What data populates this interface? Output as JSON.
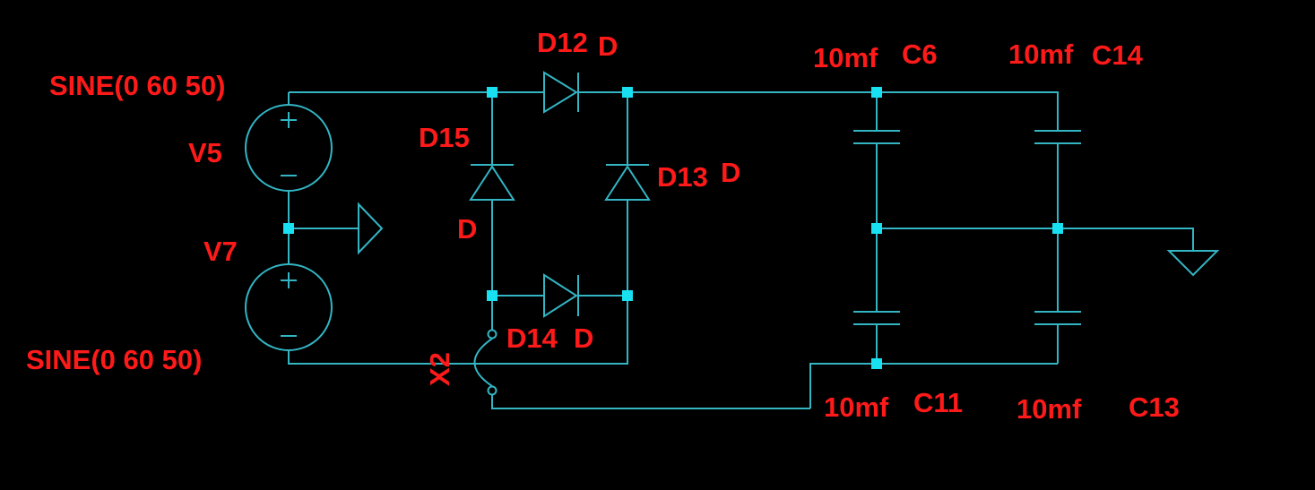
{
  "colors": {
    "background": "#000000",
    "wire": "#33b5c4",
    "junction": "#19e0f0",
    "label": "#ff1a1a"
  },
  "sources": {
    "v5": {
      "name": "V5",
      "value": "SINE(0 60 50)"
    },
    "v7": {
      "name": "V7",
      "value": "SINE(0 60 50)"
    }
  },
  "diodes": {
    "d12": {
      "name": "D12",
      "model": "D"
    },
    "d13": {
      "name": "D13",
      "model": "D"
    },
    "d14": {
      "name": "D14",
      "model": "D"
    },
    "d15": {
      "name": "D15",
      "model": "D"
    }
  },
  "capacitors": {
    "c6": {
      "name": "C6",
      "value": "10mf"
    },
    "c14": {
      "name": "C14",
      "value": "10mf"
    },
    "c11": {
      "name": "C11",
      "value": "10mf"
    },
    "c13": {
      "name": "C13",
      "value": "10mf"
    }
  },
  "switch": {
    "name": "X2"
  },
  "icons": [
    "voltage-source-icon",
    "diode-icon",
    "capacitor-icon",
    "ground-icon",
    "net-flag-icon",
    "switch-icon"
  ]
}
